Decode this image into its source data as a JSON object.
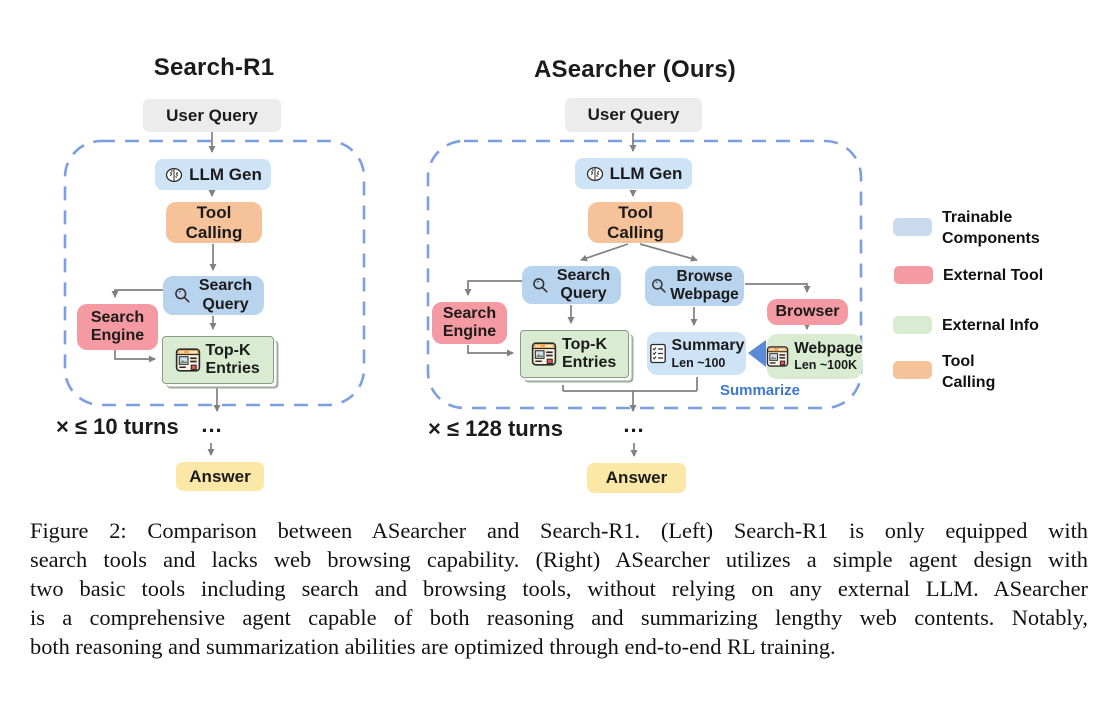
{
  "colors": {
    "box-gray": "#ececec",
    "box-blue": "#cfe3f6",
    "box-blue-deep": "#b7d3ee",
    "box-red": "#f59aa3",
    "box-green": "#d9ecd2",
    "green-border": "#8a998a",
    "box-orange": "#f6c29a",
    "box-yellow": "#fce8a6",
    "dash-blue": "#7c9fe2",
    "arrow-gray": "#808080",
    "accent-blue": "#3f76d2",
    "text-dark": "#1b1b1b"
  },
  "left": {
    "title": "Search-R1",
    "user_query": "User Query",
    "llm_gen": "LLM Gen",
    "tool_calling": "Tool Calling",
    "search_query": "Search Query",
    "search_engine": "Search Engine",
    "topk": "Top-K Entries",
    "turns": "× ≤ 10 turns",
    "ellipsis": "...",
    "answer": "Answer"
  },
  "right": {
    "title": "ASearcher (Ours)",
    "user_query": "User Query",
    "llm_gen": "LLM Gen",
    "tool_calling": "Tool Calling",
    "search_query": "Search Query",
    "browse_webpage": "Browse Webpage",
    "search_engine": "Search Engine",
    "browser": "Browser",
    "topk": "Top-K Entries",
    "summary_line1": "Summary",
    "summary_line2": "Len ~100",
    "webpage_line1": "Webpage",
    "webpage_line2": "Len ~100K",
    "summarize": "Summarize",
    "turns": "× ≤ 128 turns",
    "ellipsis": "...",
    "answer": "Answer"
  },
  "legend": {
    "items": [
      {
        "label": "Trainable Components",
        "color": "#c9d9ee"
      },
      {
        "label": "External Tool",
        "color": "#f59aa3"
      },
      {
        "label": "External Info",
        "color": "#d9ecd2"
      },
      {
        "label": "Tool Calling",
        "color": "#f6c29a"
      }
    ]
  },
  "caption": {
    "lines": [
      "Figure 2: Comparison between ASearcher and Search-R1. (Left) Search-R1 is only equipped with",
      "search tools and lacks web browsing capability. (Right) ASearcher utilizes a simple agent design with",
      "two basic tools including search and browsing tools, without relying on any external LLM. ASearcher",
      "is a comprehensive agent capable of both reasoning and summarizing lengthy web contents. Notably,",
      "both reasoning and summarization abilities are optimized through end-to-end RL training."
    ]
  }
}
